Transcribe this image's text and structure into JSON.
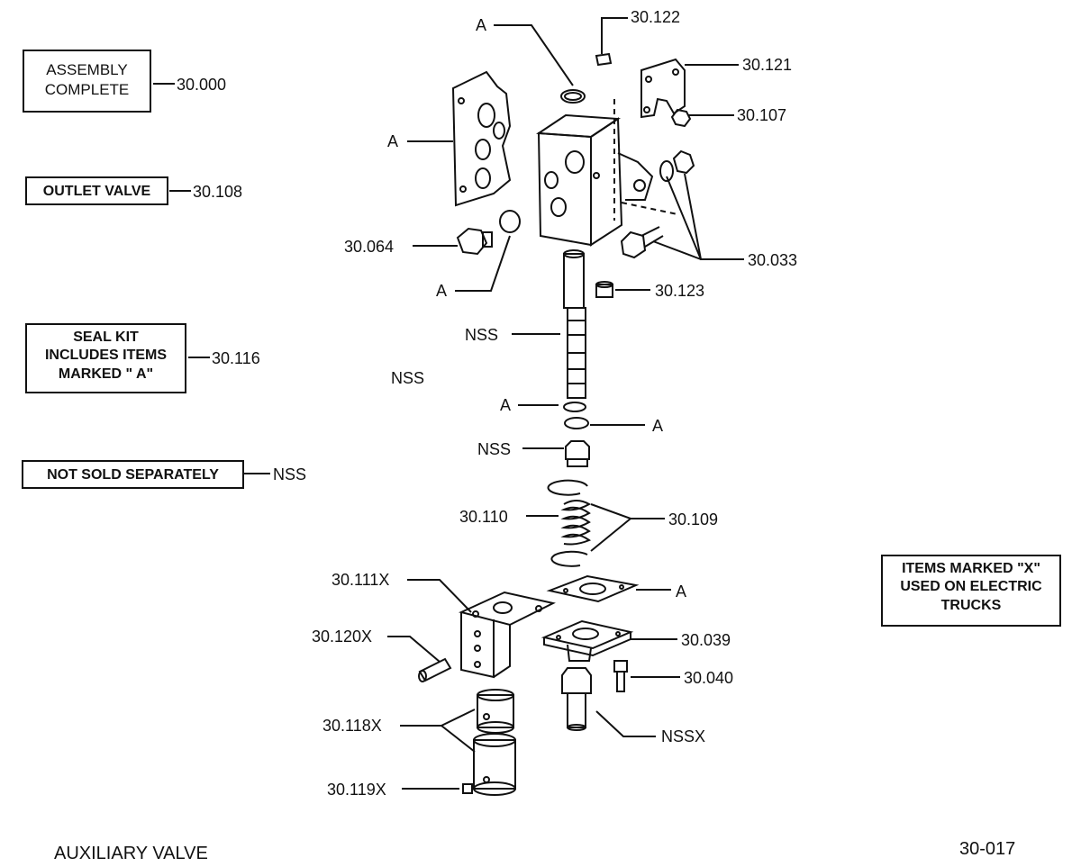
{
  "legend_boxes": {
    "assembly": {
      "lines": [
        "ASSEMBLY",
        "COMPLETE"
      ],
      "code": "30.000"
    },
    "outlet": {
      "lines": [
        "OUTLET  VALVE"
      ],
      "code": "30.108"
    },
    "seal_kit": {
      "lines": [
        "SEAL  KIT",
        "INCLUDES  ITEMS",
        "MARKED  \" A\""
      ],
      "code": "30.116"
    },
    "not_sold": {
      "lines": [
        "NOT  SOLD  SEPARATELY"
      ],
      "code": "NSS"
    },
    "electric": {
      "lines": [
        "ITEMS  MARKED \"X\"",
        "USED ON ELECTRIC",
        "TRUCKS"
      ]
    }
  },
  "callouts": {
    "a_top": "A",
    "c30122": "30.122",
    "c30121": "30.121",
    "c30107": "30.107",
    "a_gasket": "A",
    "c30064": "30.064",
    "a_oring": "A",
    "c30033": "30.033",
    "c30123": "30.123",
    "nss_spool": "NSS",
    "nss_free": "NSS",
    "a_ring1": "A",
    "a_ring2": "A",
    "nss_plug": "NSS",
    "c30110": "30.110",
    "c30109": "30.109",
    "c30111x": "30.111X",
    "a_plate": "A",
    "c30120x": "30.120X",
    "c30039": "30.039",
    "c30040": "30.040",
    "c30118x": "30.118X",
    "nssx": "NSSX",
    "c30119x": "30.119X"
  },
  "footer": {
    "title": "AUXILIARY   VALVE",
    "page_code": "30-017"
  }
}
